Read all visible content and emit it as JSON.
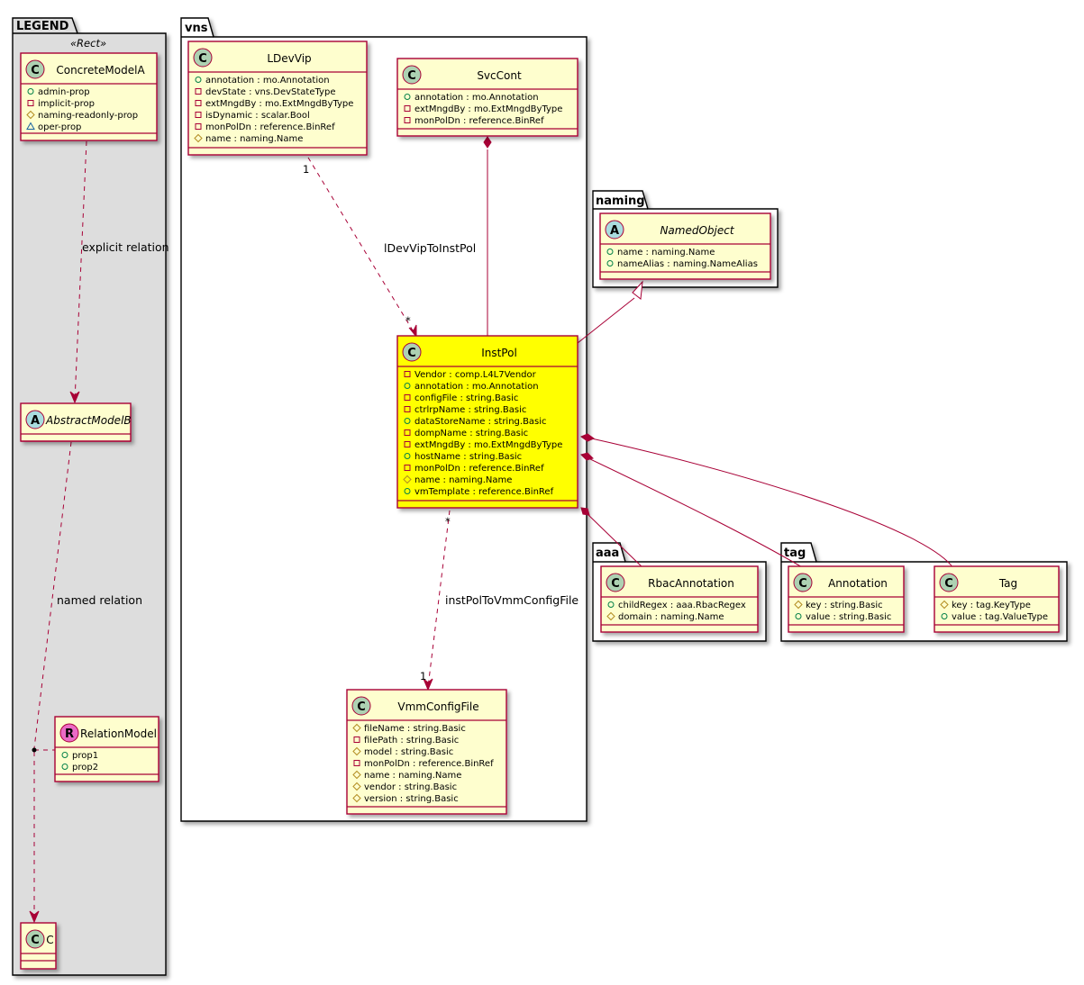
{
  "colors": {
    "class_fill": "#FEFECE",
    "class_stroke": "#A80036",
    "highlight_fill": "#FFFF00",
    "legend_fill": "#DDDDDD",
    "badge_class": "#ADD1B2",
    "badge_abstract": "#A9DCDF",
    "badge_relation": "#EB6BC6",
    "edge": "#A80036"
  },
  "packages": {
    "legend": {
      "name": "LEGEND",
      "stereotype": "«Rect»"
    },
    "vns": {
      "name": "vns"
    },
    "naming": {
      "name": "naming"
    },
    "aaa": {
      "name": "aaa"
    },
    "tag": {
      "name": "tag"
    }
  },
  "classes": {
    "concreteModelA": {
      "name": "ConcreteModelA",
      "badge": "C",
      "attrs": [
        {
          "vis": "+",
          "text": "admin-prop"
        },
        {
          "vis": "-",
          "text": "implicit-prop"
        },
        {
          "vis": "#",
          "text": "naming-readonly-prop"
        },
        {
          "vis": "~",
          "text": "oper-prop"
        }
      ]
    },
    "abstractModelB": {
      "name": "AbstractModelB",
      "badge": "A",
      "attrs": []
    },
    "relationModel": {
      "name": "RelationModel",
      "badge": "R",
      "attrs": [
        {
          "vis": "+",
          "text": "prop1"
        },
        {
          "vis": "+",
          "text": "prop2"
        }
      ]
    },
    "c": {
      "name": "C",
      "badge": "C",
      "attrs": []
    },
    "lDevVip": {
      "name": "LDevVip",
      "badge": "C",
      "attrs": [
        {
          "vis": "+",
          "text": "annotation : mo.Annotation"
        },
        {
          "vis": "-",
          "text": "devState : vns.DevStateType"
        },
        {
          "vis": "-",
          "text": "extMngdBy : mo.ExtMngdByType"
        },
        {
          "vis": "-",
          "text": "isDynamic : scalar.Bool"
        },
        {
          "vis": "-",
          "text": "monPolDn : reference.BinRef"
        },
        {
          "vis": "#",
          "text": "name : naming.Name"
        }
      ]
    },
    "svcCont": {
      "name": "SvcCont",
      "badge": "C",
      "attrs": [
        {
          "vis": "+",
          "text": "annotation : mo.Annotation"
        },
        {
          "vis": "-",
          "text": "extMngdBy : mo.ExtMngdByType"
        },
        {
          "vis": "-",
          "text": "monPolDn : reference.BinRef"
        }
      ]
    },
    "instPol": {
      "name": "InstPol",
      "badge": "C",
      "attrs": [
        {
          "vis": "-",
          "text": "Vendor : comp.L4L7Vendor"
        },
        {
          "vis": "+",
          "text": "annotation : mo.Annotation"
        },
        {
          "vis": "-",
          "text": "configFile : string.Basic"
        },
        {
          "vis": "-",
          "text": "ctrlrpName : string.Basic"
        },
        {
          "vis": "+",
          "text": "dataStoreName : string.Basic"
        },
        {
          "vis": "-",
          "text": "dompName : string.Basic"
        },
        {
          "vis": "-",
          "text": "extMngdBy : mo.ExtMngdByType"
        },
        {
          "vis": "+",
          "text": "hostName : string.Basic"
        },
        {
          "vis": "-",
          "text": "monPolDn : reference.BinRef"
        },
        {
          "vis": "#",
          "text": "name : naming.Name"
        },
        {
          "vis": "+",
          "text": "vmTemplate : reference.BinRef"
        }
      ]
    },
    "vmmConfigFile": {
      "name": "VmmConfigFile",
      "badge": "C",
      "attrs": [
        {
          "vis": "#",
          "text": "fileName : string.Basic"
        },
        {
          "vis": "-",
          "text": "filePath : string.Basic"
        },
        {
          "vis": "#",
          "text": "model : string.Basic"
        },
        {
          "vis": "-",
          "text": "monPolDn : reference.BinRef"
        },
        {
          "vis": "#",
          "text": "name : naming.Name"
        },
        {
          "vis": "#",
          "text": "vendor : string.Basic"
        },
        {
          "vis": "#",
          "text": "version : string.Basic"
        }
      ]
    },
    "namedObject": {
      "name": "NamedObject",
      "badge": "A",
      "attrs": [
        {
          "vis": "+",
          "text": "name : naming.Name"
        },
        {
          "vis": "+",
          "text": "nameAlias : naming.NameAlias"
        }
      ]
    },
    "rbacAnnotation": {
      "name": "RbacAnnotation",
      "badge": "C",
      "attrs": [
        {
          "vis": "+",
          "text": "childRegex : aaa.RbacRegex"
        },
        {
          "vis": "#",
          "text": "domain : naming.Name"
        }
      ]
    },
    "annotation": {
      "name": "Annotation",
      "badge": "C",
      "attrs": [
        {
          "vis": "#",
          "text": "key : string.Basic"
        },
        {
          "vis": "+",
          "text": "value : string.Basic"
        }
      ]
    },
    "tag": {
      "name": "Tag",
      "badge": "C",
      "attrs": [
        {
          "vis": "#",
          "text": "key : tag.KeyType"
        },
        {
          "vis": "+",
          "text": "value : tag.ValueType"
        }
      ]
    }
  },
  "relations": {
    "explicit": "explicit relation",
    "named": "named relation",
    "lDevVipToInstPol": "lDevVipToInstPol",
    "instPolToVmmConfigFile": "instPolToVmmConfigFile"
  },
  "multiplicities": {
    "lDevVipSrc": "1",
    "lDevVipDst": "*",
    "instPolSrc": "*",
    "vmmDst": "1"
  }
}
